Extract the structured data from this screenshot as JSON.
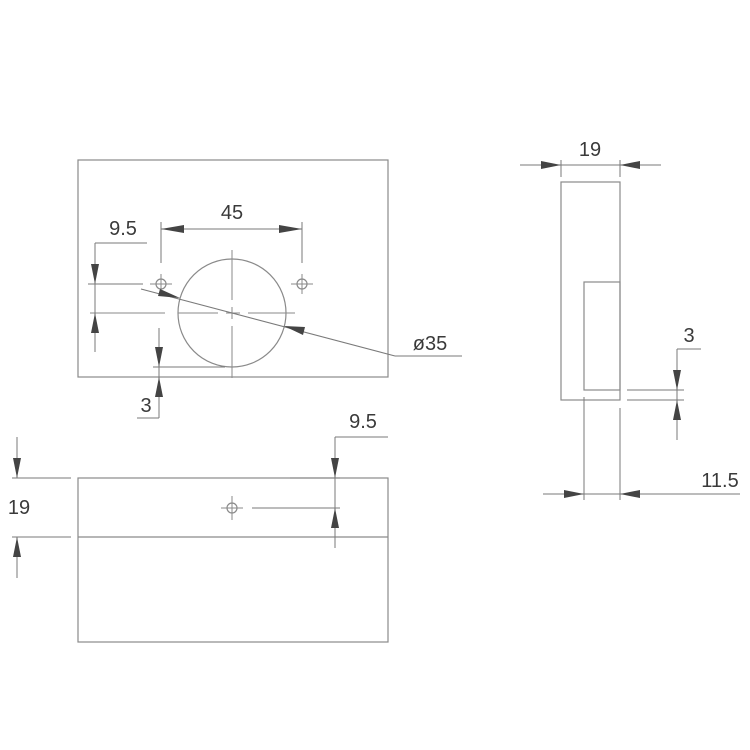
{
  "drawing": {
    "title": "Concealed hinge cup drilling diagram",
    "colors": {
      "line": "#8a8a8a",
      "arrow": "#444444",
      "text": "#3a3a3a",
      "background": "#ffffff"
    },
    "front_view": {
      "dim_hole_spacing": "45",
      "dim_hole_offset": "9.5",
      "dim_cup_diameter": "ø35",
      "dim_edge_distance": "3"
    },
    "top_view": {
      "dim_thickness": "19",
      "dim_hole_offset": "9.5"
    },
    "side_view": {
      "dim_thickness": "19",
      "dim_edge_distance": "3",
      "dim_cup_depth": "11.5"
    }
  }
}
